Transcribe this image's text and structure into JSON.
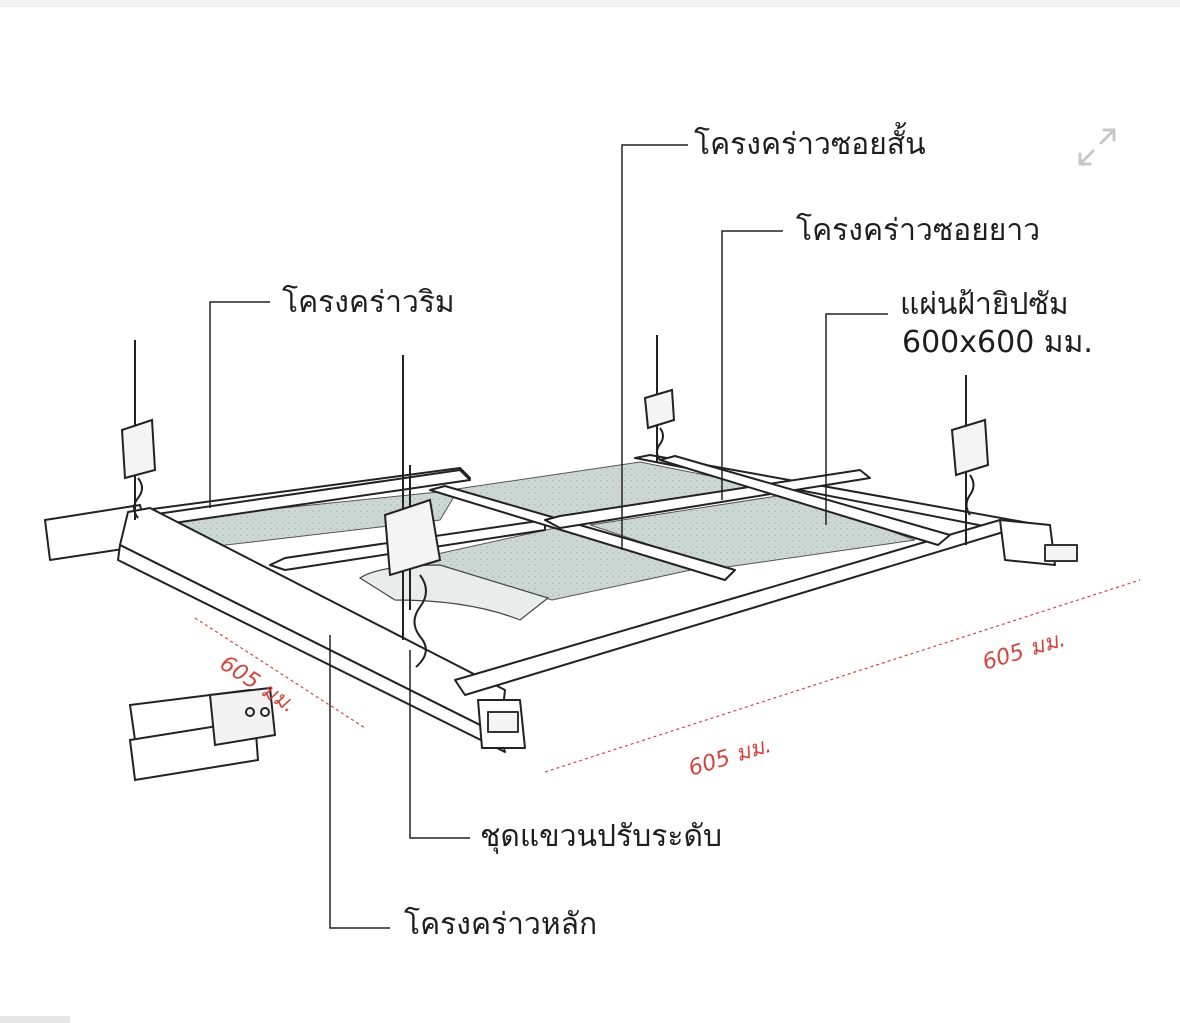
{
  "labels": {
    "cross_tee_short": "โครงคร่าวซอยสั้น",
    "cross_tee_long": "โครงคร่าวซอยยาว",
    "wall_angle": "โครงคร่าวริม",
    "board_line1": "แผ่นฝ้ายิปซัม",
    "board_line2": "600x600 มม.",
    "hanger_set": "ชุดแขวนปรับระดับ",
    "main_tee": "โครงคร่าวหลัก"
  },
  "dimensions": {
    "left": "605 มม.",
    "front": "605 มม.",
    "right": "605 มม."
  },
  "icons": {
    "expand": "expand-arrows-icon"
  },
  "colors": {
    "dimension": "#d1473f",
    "panel": "#c9d6d2",
    "text": "#1e1e1e"
  }
}
